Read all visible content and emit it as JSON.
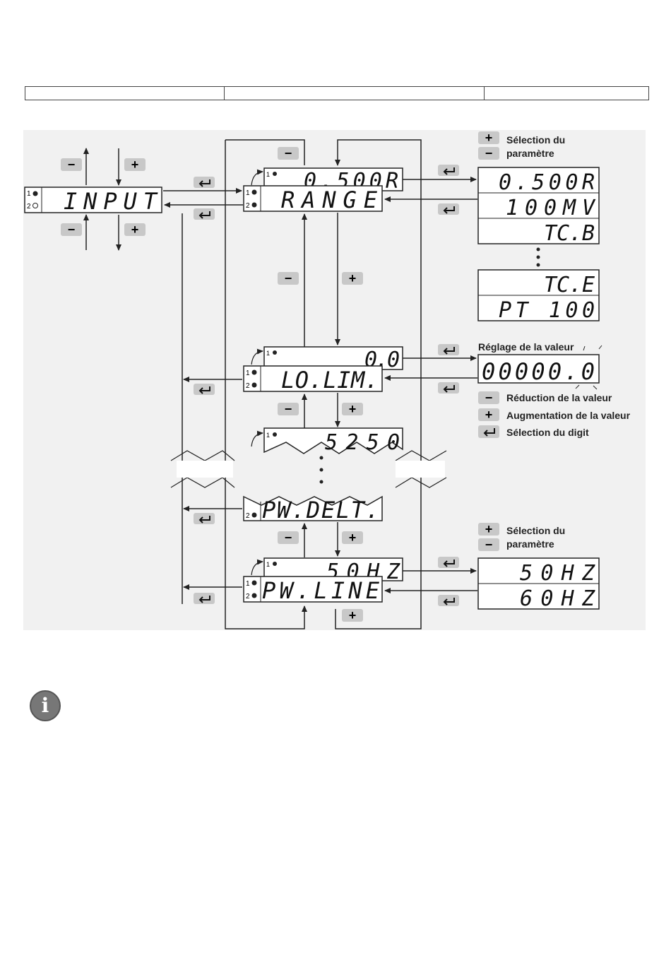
{
  "header_table": {
    "cells": [
      "",
      "",
      ""
    ]
  },
  "menu": {
    "input": "INPUT",
    "range": "RANGE",
    "range_value": "0.500R",
    "lolim": "LO.LIM.",
    "lolim_value": "0.0",
    "partial_value": "5250",
    "pwdelt": "PW.DELT.",
    "pwline": "PW.LINE",
    "pwline_value": "50HZ",
    "led1": "1",
    "led2": "2"
  },
  "range_options": [
    "0.500R",
    "100MV",
    "TC.B",
    "TC.E",
    "PT 100"
  ],
  "freq_options": [
    "50HZ",
    "60HZ"
  ],
  "value_display": "00000.0",
  "legend": {
    "plus_select_line1": "Sélection du",
    "plus_select_line2": "paramètre",
    "value_title": "Réglage de la valeur",
    "minus_desc": "Réduction de la valeur",
    "plus_desc": "Augmentation de la valeur",
    "enter_desc": "Sélection du digit",
    "plus_select2_line1": "Sélection du",
    "plus_select2_line2": "paramètre"
  },
  "keys": {
    "plus": "+",
    "minus": "−"
  },
  "info_icon": {
    "name": "info-icon",
    "glyph": "i"
  },
  "colors": {
    "key_bg": "#c8c8c8",
    "panel_bg": "#f2f2f2",
    "line": "#222"
  }
}
